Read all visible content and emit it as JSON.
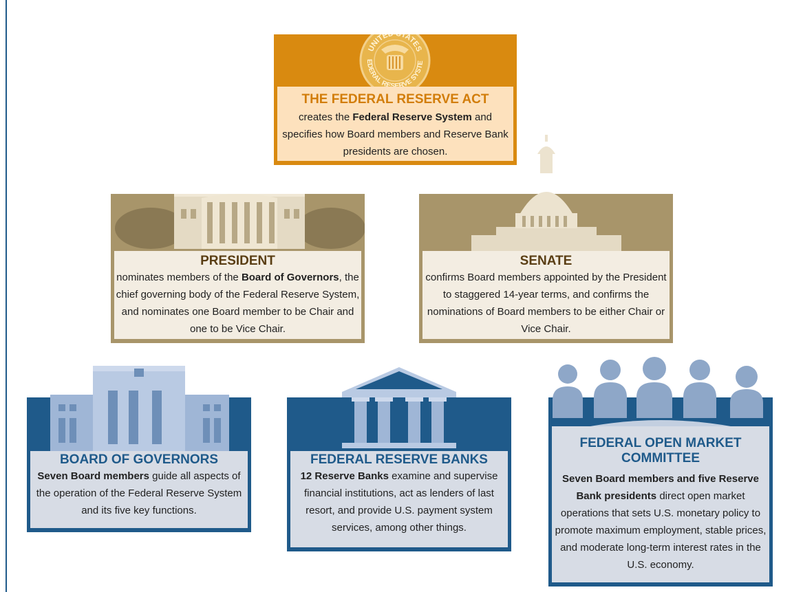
{
  "seal": {
    "top_text": "UNITED STATES",
    "bottom_text": "FEDERAL RESERVE SYSTEM"
  },
  "act": {
    "title": "THE FEDERAL RESERVE ACT",
    "text_pre": "creates the ",
    "text_bold": "Federal Reserve System",
    "text_post": " and specifies how Board members and Reserve Bank presidents are chosen."
  },
  "president": {
    "title": "PRESIDENT",
    "text_pre": "nominates members of the ",
    "text_bold": "Board of Governors",
    "text_post": ", the chief governing body of the Federal Reserve System, and nominates one Board member to be Chair and one to be Vice Chair."
  },
  "senate": {
    "title": "SENATE",
    "text": "confirms Board members appointed by the President to staggered 14-year terms, and confirms the nominations of Board members to be either Chair or Vice Chair."
  },
  "board": {
    "title": "BOARD OF GOVERNORS",
    "text_bold": "Seven Board members",
    "text_post": " guide all aspects of the operation of the Federal Reserve System and its five key functions."
  },
  "banks": {
    "title": "FEDERAL RESERVE BANKS",
    "text_bold": "12 Reserve Banks",
    "text_post": " examine and supervise financial institutions, act as lenders of last resort, and provide U.S. payment system services, among other things."
  },
  "fomc": {
    "title_line1": "FEDERAL OPEN MARKET",
    "title_line2": "COMMITTEE",
    "text_bold": "Seven Board members and five Reserve Bank presidents",
    "text_post": " direct open market operations that sets U.S. monetary policy to promote maximum employment, stable prices, and moderate long-term interest rates in the U.S. economy."
  },
  "colors": {
    "act_orange": "#d98a10",
    "tan": "#a8956a",
    "blue": "#1f5a8a"
  }
}
